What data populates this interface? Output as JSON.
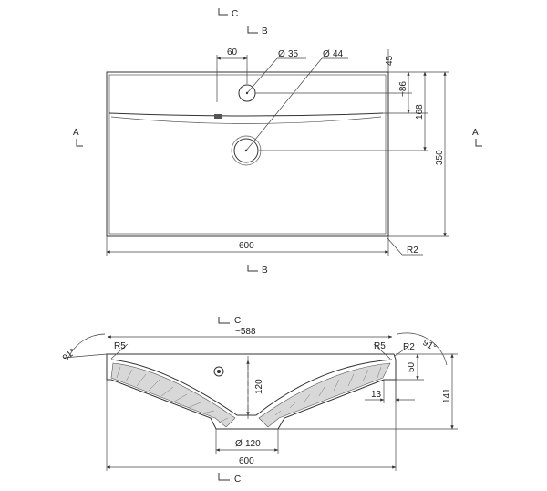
{
  "sections": {
    "c_top": "C",
    "b_top": "B",
    "a_left": "A",
    "a_right": "A",
    "b_bottom": "B",
    "c_mid": "C",
    "c_bottom": "C"
  },
  "top_view": {
    "dim_60": "60",
    "dim_d35": "35",
    "dim_d44": "44",
    "dim_45": "45",
    "dim_86": "~86",
    "dim_168": "168",
    "dim_350": "350",
    "dim_600": "600",
    "dim_r2": "R2"
  },
  "section_view": {
    "dim_588": "~588",
    "dim_r5_left": "R5",
    "dim_r5_right": "R5",
    "dim_r2": "R2",
    "angle_left": "91°",
    "angle_right": "91°",
    "dim_50": "50",
    "dim_120": "120",
    "dim_13": "13",
    "dim_141": "141",
    "dim_d120": "120",
    "dim_600": "600"
  },
  "symbols": {
    "diameter": "Ø"
  }
}
